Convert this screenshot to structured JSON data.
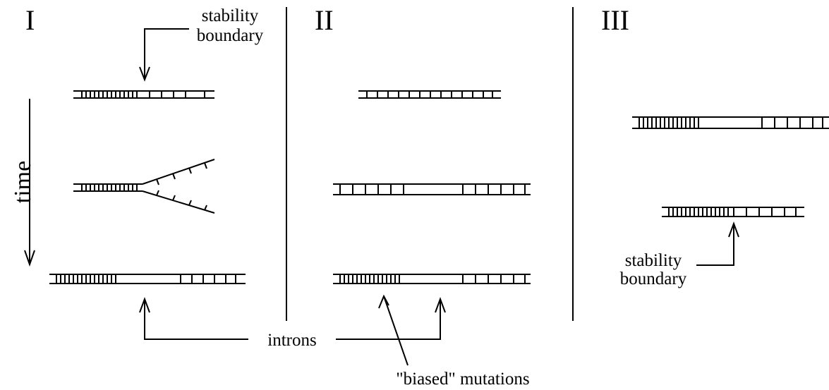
{
  "panels": [
    {
      "label": "I"
    },
    {
      "label": "II"
    },
    {
      "label": "III"
    }
  ],
  "labels": {
    "stability_boundary_top": [
      "stability",
      "boundary"
    ],
    "stability_boundary_bottom": [
      "stability",
      "boundary"
    ],
    "time": "time",
    "introns": "introns",
    "biased_mutations": "\"biased\" mutations"
  }
}
